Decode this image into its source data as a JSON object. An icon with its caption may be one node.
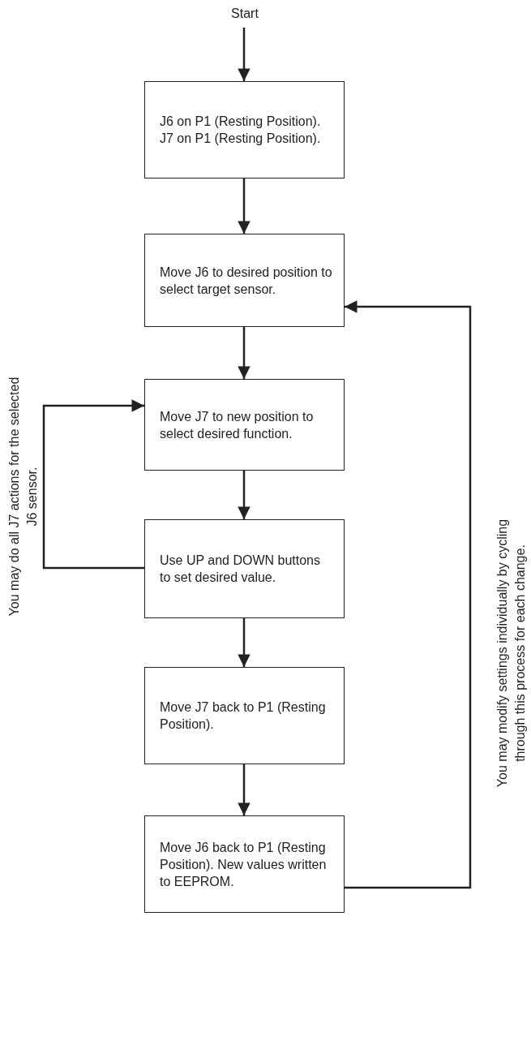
{
  "diagram": {
    "nodes": [
      {
        "text": [
          "Start"
        ]
      },
      {
        "text": [
          "J6 on P1 (Resting Position). J7 on P1 (Resting Position)."
        ]
      },
      {
        "text": [
          "Move J6 to desired position to select target sensor."
        ]
      },
      {
        "text": [
          "Move J7 to new position to select desired function."
        ]
      },
      {
        "text": [
          "Use UP and DOWN buttons to set desired value."
        ]
      },
      {
        "text": [
          "Move J7 back to P1 (Resting Position)."
        ]
      },
      {
        "text": [
          "Move J6 back to P1 (Resting Position).  New values written to EEPROM."
        ]
      }
    ],
    "edges": [
      {
        "from": 0,
        "to": 1,
        "arrow": "to"
      },
      {
        "from": 1,
        "to": 2,
        "arrow": "to"
      },
      {
        "from": 2,
        "to": 3,
        "arrow": "to"
      },
      {
        "from": 3,
        "to": 4,
        "arrow": "to"
      },
      {
        "from": 4,
        "to": 5,
        "arrow": "to"
      },
      {
        "from": 5,
        "to": 6,
        "arrow": "to"
      },
      {
        "from": 4,
        "to": 3,
        "arrow": "to"
      },
      {
        "from": 6,
        "to": 2,
        "arrow": "to"
      }
    ],
    "labels": [
      "You may do all J7 actions for the selected J6 sensor.",
      "You may modify settings individually by cycling through this process for each change."
    ]
  }
}
